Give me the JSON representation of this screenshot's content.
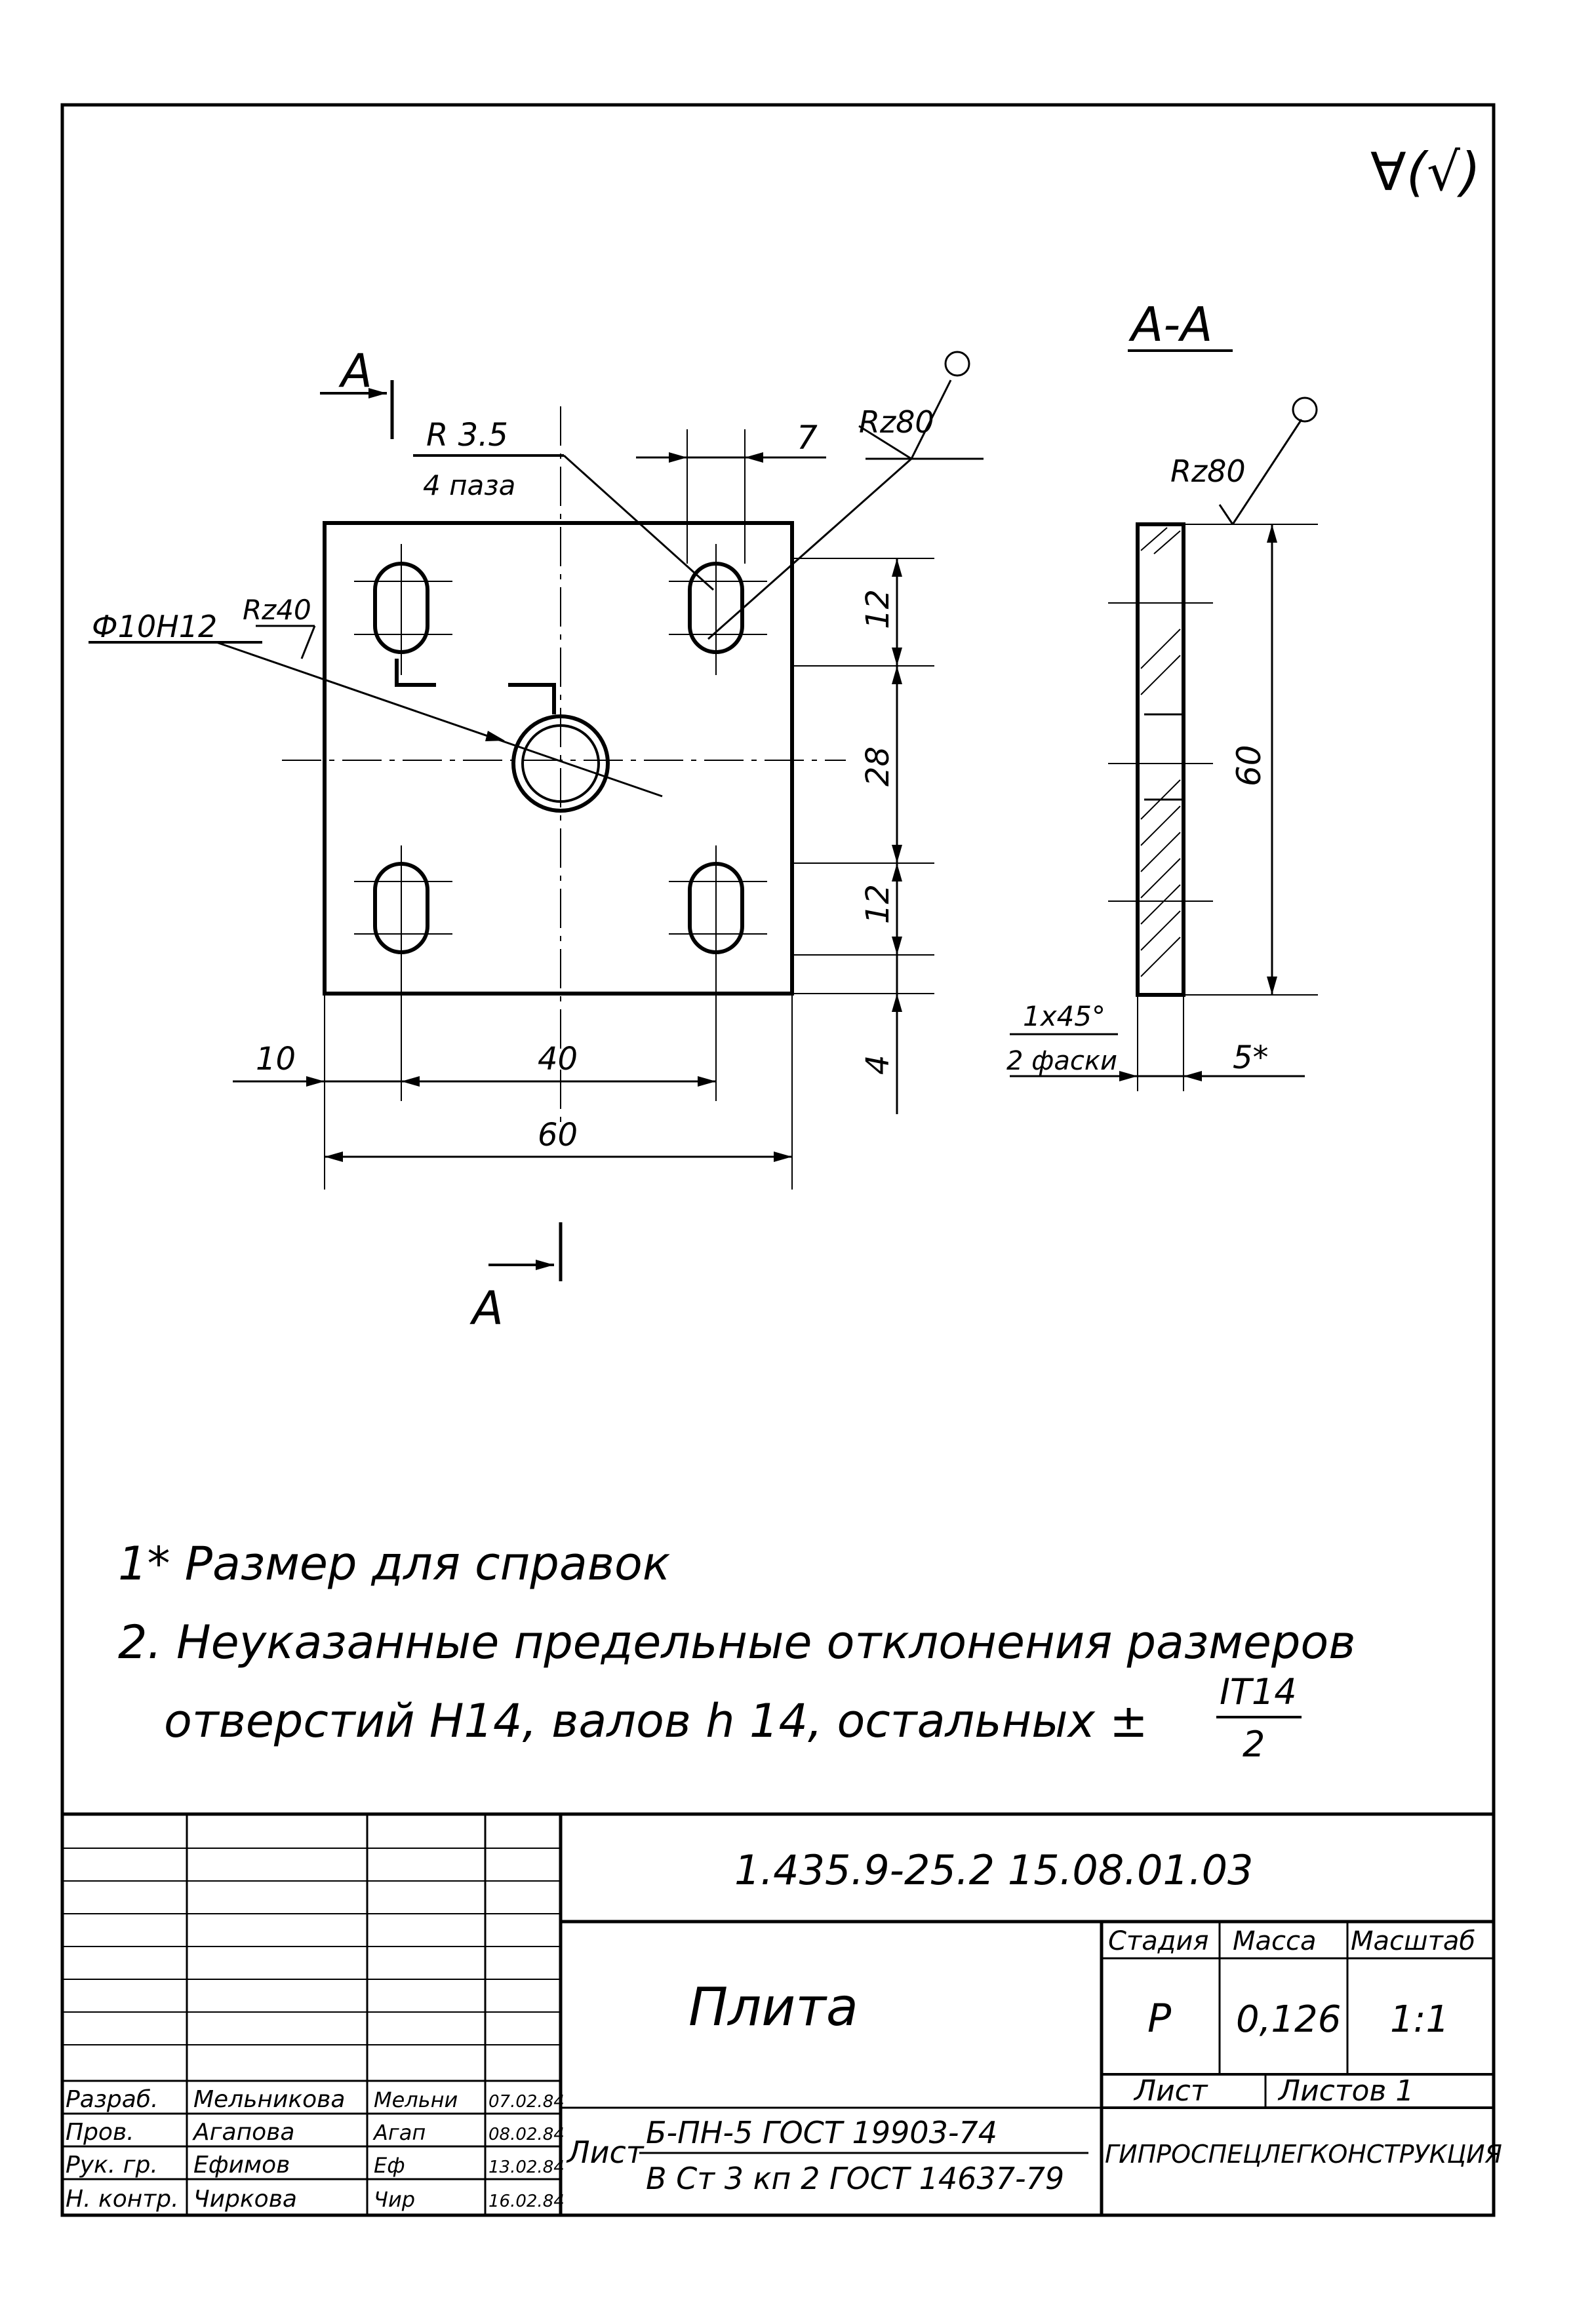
{
  "roughness_general": "∀(√)",
  "section_label_top": "А-А",
  "view_marker_top": "А",
  "view_marker_bottom": "А",
  "plate_view": {
    "radius_label": "R 3.5",
    "slots_label": "4 паза",
    "slot_width": "7",
    "roughness_top": "Rz80",
    "hole_label": "Ф10Н12",
    "hole_roughness": "Rz40",
    "dim_right_12_top": "12",
    "dim_right_28": "28",
    "dim_right_12_bottom": "12",
    "dim_right_4": "4",
    "dim_bottom_10": "10",
    "dim_bottom_40": "40",
    "dim_bottom_60": "60"
  },
  "section_view": {
    "roughness": "Rz80",
    "height": "60",
    "chamfer_label": "1x45°",
    "chamfer_count": "2 фаски",
    "thickness": "5*"
  },
  "notes": {
    "line1": "1* Размер    для    справок",
    "line2": "2. Неуказанные    предельные  отклонения  размеров",
    "line3a": "отверстий  Н14,  валов  h 14,  остальных ±",
    "fraction_num": "IT14",
    "fraction_den": "2"
  },
  "title_block": {
    "doc_code": "1.435.9-25.2   15.08.01.03",
    "part_name": "Плита",
    "col_stage": "Стадия",
    "col_mass": "Масса",
    "col_scale": "Масштаб",
    "stage": "Р",
    "mass": "0,126",
    "scale": "1:1",
    "sheet": "Лист",
    "sheets": "Листов 1",
    "material_prefix": "Лист",
    "material_line1": "Б-ПН-5 ГОСТ 19903-74",
    "material_line2": "В Ст 3 кп 2 ГОСТ 14637-79",
    "org": "ГИПРОСПЕЦЛЕГКОНСТРУКЦИЯ",
    "staff": [
      {
        "role": "Разраб.",
        "name": "Мельникова",
        "sign": "Мельни",
        "date": "07.02.84"
      },
      {
        "role": "Пров.",
        "name": "Агапова",
        "sign": "Агап",
        "date": "08.02.84"
      },
      {
        "role": "Рук. гр.",
        "name": "Ефимов",
        "sign": "Еф",
        "date": "13.02.84"
      },
      {
        "role": "Н. контр.",
        "name": "Чиркова",
        "sign": "Чир",
        "date": "16.02.84"
      }
    ]
  }
}
